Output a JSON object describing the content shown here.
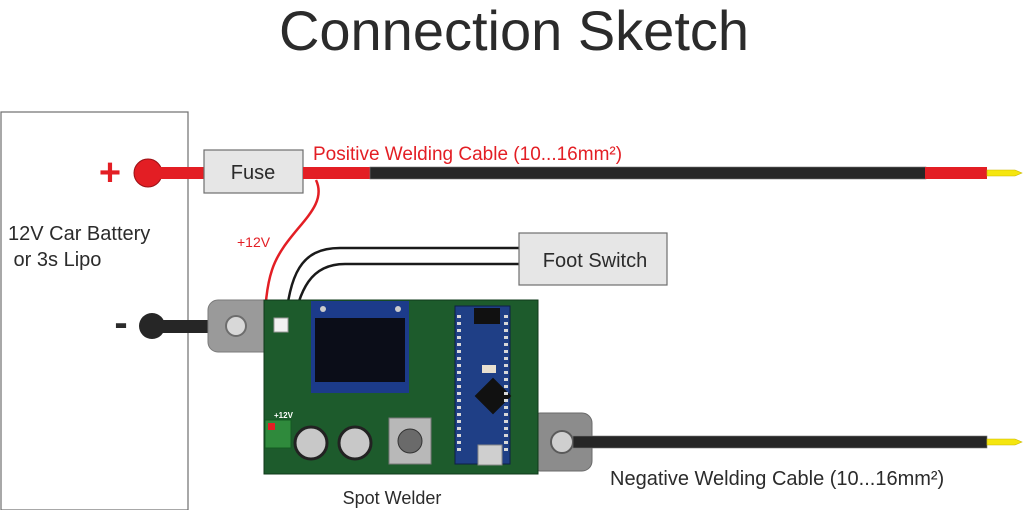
{
  "title": "Connection Sketch",
  "battery": {
    "label_line1": "12V Car Battery",
    "label_line2": " or 3s Lipo",
    "positive_symbol": "+",
    "negative_symbol": "-"
  },
  "fuse": {
    "label": "Fuse"
  },
  "positive_cable": {
    "label": "Positive Welding Cable (10...16mm²)"
  },
  "supply_wire": {
    "label": "+12V"
  },
  "foot_switch": {
    "label": "Foot Switch"
  },
  "spot_welder": {
    "label": "Spot Welder",
    "board_terminal_label": "+12V"
  },
  "negative_cable": {
    "label": "Negative Welding Cable (10...16mm²)"
  },
  "colors": {
    "red": "#e31e24",
    "cable_black": "#262626",
    "text_dark": "#2b2b2b",
    "box_fill": "#e6e6e6",
    "box_stroke": "#6e6e6e",
    "tip_yellow": "#f5e60f",
    "pcb_green": "#1d5b2c",
    "nano_blue": "#1f3f86",
    "metal": "#9a9a9a"
  }
}
